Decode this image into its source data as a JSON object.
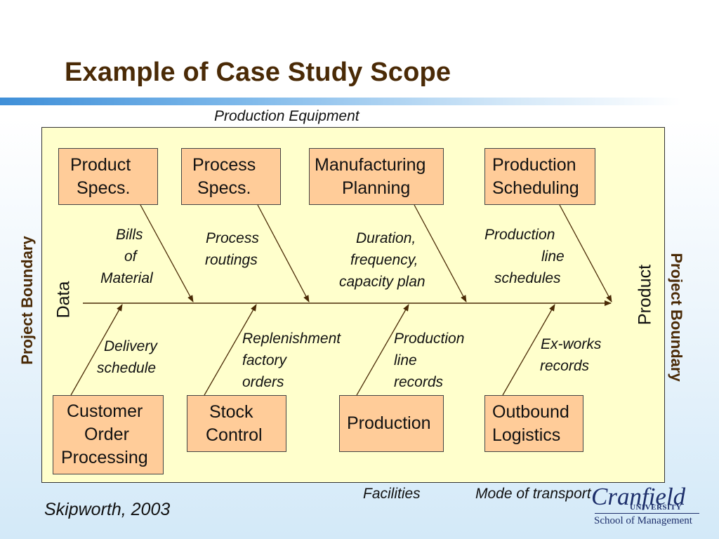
{
  "slide": {
    "title": "Example of Case Study Scope",
    "citation": "Skipworth, 2003"
  },
  "outer_labels": {
    "top": "Production Equipment",
    "bottom_left": "Facilities",
    "bottom_right": "Mode of transport",
    "left_boundary": "Project Boundary",
    "right_boundary": "Project Boundary"
  },
  "spine": {
    "start": "Data",
    "end": "Product"
  },
  "top_boxes": [
    {
      "lines": [
        "Product",
        "Specs."
      ]
    },
    {
      "lines": [
        "Process",
        "Specs."
      ]
    },
    {
      "lines": [
        "Manufacturing",
        "Planning"
      ]
    },
    {
      "lines": [
        "Production",
        "Scheduling"
      ]
    }
  ],
  "bottom_boxes": [
    {
      "lines": [
        "Customer",
        "Order",
        "Processing"
      ]
    },
    {
      "lines": [
        "Stock",
        "Control"
      ]
    },
    {
      "lines": [
        "Production"
      ]
    },
    {
      "lines": [
        "Outbound",
        "Logistics"
      ]
    }
  ],
  "top_flows": [
    {
      "lines": [
        "Bills",
        "of",
        "Material"
      ]
    },
    {
      "lines": [
        "Process",
        "routings"
      ]
    },
    {
      "lines": [
        "Duration,",
        "frequency,",
        "capacity plan"
      ]
    },
    {
      "lines": [
        "Production",
        "line",
        "schedules"
      ]
    }
  ],
  "bottom_flows": [
    {
      "lines": [
        "Delivery",
        "schedule"
      ]
    },
    {
      "lines": [
        "Replenishment",
        "factory",
        "orders"
      ]
    },
    {
      "lines": [
        "Production",
        "line",
        "records"
      ]
    },
    {
      "lines": [
        "Ex-works",
        "records"
      ]
    }
  ],
  "logo": {
    "name": "Cranfield",
    "university": "UNIVERSITY",
    "school": "School of Management"
  },
  "colors": {
    "title": "#4a2a06",
    "title_bar": "#3f8fd8",
    "boundary_fill": "#ffffcc",
    "box_fill": "#ffcc99",
    "arrow": "#4a2a06",
    "logo": "#1d2f6b"
  }
}
